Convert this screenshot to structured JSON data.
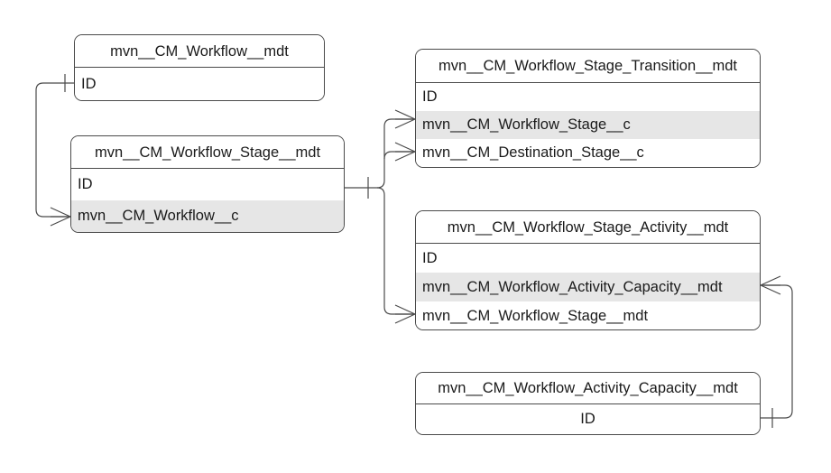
{
  "diagram": {
    "type": "entity-relationship-diagram",
    "title_text": "",
    "background_color": "#ffffff",
    "border_color": "#4a4a4a",
    "text_color": "#1a1a1a",
    "shaded_row_color": "#e6e6e6",
    "entities": [
      {
        "id": "e1",
        "name": "mvn__CM_Workflow__mdt",
        "rows": [
          {
            "label": "ID",
            "shaded": false,
            "align": "left"
          }
        ]
      },
      {
        "id": "e2",
        "name": "mvn__CM_Workflow_Stage__mdt",
        "rows": [
          {
            "label": "ID",
            "shaded": false,
            "align": "left"
          },
          {
            "label": "mvn__CM_Workflow__c",
            "shaded": true,
            "align": "left"
          }
        ]
      },
      {
        "id": "e3",
        "name": "mvn__CM_Workflow_Stage_Transition__mdt",
        "rows": [
          {
            "label": "ID",
            "shaded": false,
            "align": "left"
          },
          {
            "label": "mvn__CM_Workflow_Stage__c",
            "shaded": true,
            "align": "left"
          },
          {
            "label": "mvn__CM_Destination_Stage__c",
            "shaded": false,
            "align": "left"
          }
        ]
      },
      {
        "id": "e4",
        "name": "mvn__CM_Workflow_Stage_Activity__mdt",
        "rows": [
          {
            "label": "ID",
            "shaded": false,
            "align": "left"
          },
          {
            "label": "mvn__CM_Workflow_Activity_Capacity__mdt",
            "shaded": true,
            "align": "left"
          },
          {
            "label": "mvn__CM_Workflow_Stage__mdt",
            "shaded": false,
            "align": "left"
          }
        ]
      },
      {
        "id": "e5",
        "name": "mvn__CM_Workflow_Activity_Capacity__mdt",
        "rows": [
          {
            "label": "ID",
            "shaded": false,
            "align": "center"
          }
        ]
      }
    ],
    "relationships": [
      {
        "from_entity": "mvn__CM_Workflow__mdt",
        "from_field": "ID",
        "from_cardinality": "one",
        "to_entity": "mvn__CM_Workflow_Stage__mdt",
        "to_field": "mvn__CM_Workflow__c",
        "to_cardinality": "many"
      },
      {
        "from_entity": "mvn__CM_Workflow_Stage__mdt",
        "from_field": "ID",
        "from_cardinality": "one",
        "to_entity": "mvn__CM_Workflow_Stage_Transition__mdt",
        "to_field": "mvn__CM_Workflow_Stage__c",
        "to_cardinality": "many"
      },
      {
        "from_entity": "mvn__CM_Workflow_Stage__mdt",
        "from_field": "ID",
        "from_cardinality": "one",
        "to_entity": "mvn__CM_Workflow_Stage_Transition__mdt",
        "to_field": "mvn__CM_Destination_Stage__c",
        "to_cardinality": "many"
      },
      {
        "from_entity": "mvn__CM_Workflow_Stage__mdt",
        "from_field": "ID",
        "from_cardinality": "one",
        "to_entity": "mvn__CM_Workflow_Stage_Activity__mdt",
        "to_field": "mvn__CM_Workflow_Stage__mdt",
        "to_cardinality": "many"
      },
      {
        "from_entity": "mvn__CM_Workflow_Activity_Capacity__mdt",
        "from_field": "ID",
        "from_cardinality": "one",
        "to_entity": "mvn__CM_Workflow_Stage_Activity__mdt",
        "to_field": "mvn__CM_Workflow_Activity_Capacity__mdt",
        "to_cardinality": "many"
      }
    ]
  }
}
